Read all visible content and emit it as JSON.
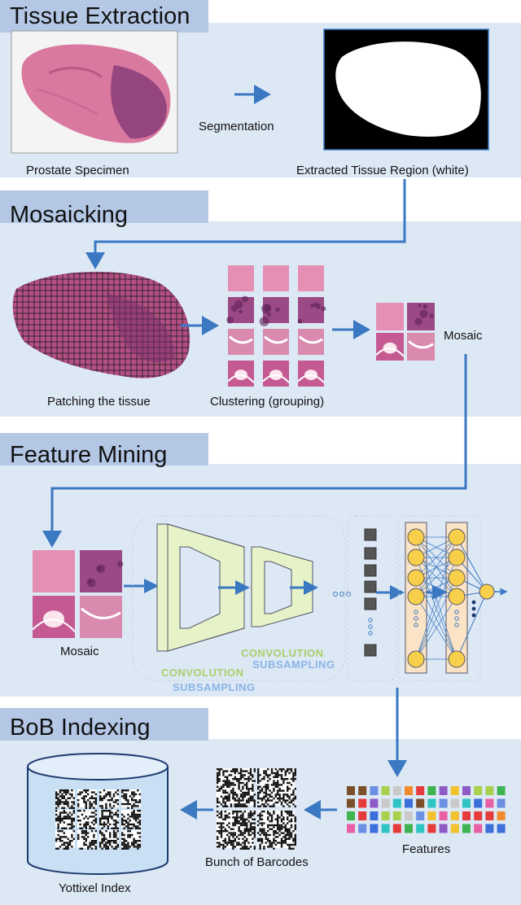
{
  "sections": {
    "tissue_extraction": "Tissue Extraction",
    "mosaicking": "Mosaicking",
    "feature_mining": "Feature Mining",
    "bob_indexing": "BoB Indexing"
  },
  "labels": {
    "prostate_specimen": "Prostate Specimen",
    "segmentation": "Segmentation",
    "extracted_region": "Extracted Tissue Region (white)",
    "patching": "Patching the tissue",
    "clustering": "Clustering (grouping)",
    "mosaic_1": "Mosaic",
    "mosaic_2": "Mosaic",
    "convolution_1": "CONVOLUTION",
    "subsampling_1": "SUBSAMPLING",
    "convolution_2": "CONVOLUTION",
    "subsampling_2": "SUBSAMPLING",
    "features": "Features",
    "bunch_of_barcodes": "Bunch of Barcodes",
    "yottixel_index": "Yottixel Index"
  },
  "colors": {
    "section_bg": "#dde8f5",
    "section_tab": "#b4c8e6",
    "arrow": "#3a78c2",
    "tissue_pink": "#d9799f",
    "tissue_purple": "#8a3d78",
    "cnn_green": "#e6f2c8",
    "cnn_green_text": "#a8d06a",
    "cnn_blue_text": "#8ab4e6",
    "neuron_fill": "#f7cf4a",
    "feature_palette": [
      "#e63b3b",
      "#3b6fd9",
      "#f2c12e",
      "#3fb34f",
      "#8e5bc6",
      "#2ec4c4",
      "#f28b2e",
      "#c9c9c9",
      "#a7d14c",
      "#e85fa6",
      "#6b8fe3",
      "#7a4f2a"
    ]
  }
}
